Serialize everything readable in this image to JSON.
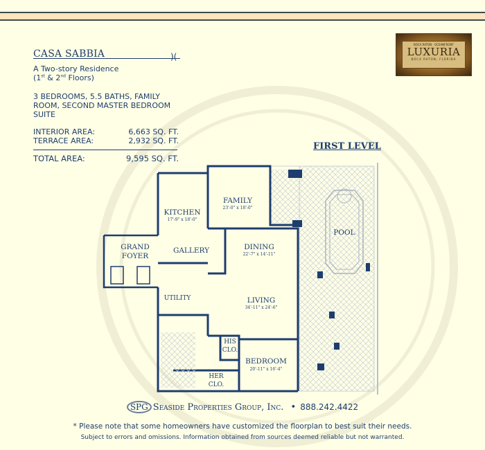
{
  "header": {
    "title": "CASA SABBIA",
    "subtitle_line1": "A Two-story Residence",
    "subtitle_line2_a": "(1",
    "subtitle_line2_sup1": "st",
    "subtitle_line2_b": " & 2",
    "subtitle_line2_sup2": "nd",
    "subtitle_line2_c": " Floors)",
    "rooms": "3 BEDROOMS, 5.5 BATHS, FAMILY ROOM, SECOND MASTER BEDROOM SUITE"
  },
  "areas": [
    {
      "label": "INTERIOR AREA:",
      "value": "6,663 SQ. FT."
    },
    {
      "label": "TERRACE AREA:",
      "value": "2,932 SQ. FT."
    }
  ],
  "total": {
    "label": "TOTAL AREA:",
    "value": "9,595 SQ. FT."
  },
  "logo": {
    "top": "BOCA RATON · OCEANFRONT",
    "word": "LUXURIA",
    "bottom": "BOCA RATON, FLORIDA"
  },
  "plan": {
    "level": "FIRST LEVEL",
    "rooms": {
      "family": {
        "name": "FAMILY",
        "dims": "23'-0\" x 18'-0\""
      },
      "kitchen": {
        "name": "KITCHEN",
        "dims": "17'-9\" x 18'-0\""
      },
      "gallery": {
        "name": "GALLERY"
      },
      "dining": {
        "name": "DINING",
        "dims": "22'-7\" x 14'-11\""
      },
      "grand_foyer": {
        "name1": "GRAND",
        "name2": "FOYER"
      },
      "utility": {
        "name": "UTILITY"
      },
      "living": {
        "name": "LIVING",
        "dims": "34'-11\" x 24'-6\""
      },
      "his_closet": {
        "name1": "HIS",
        "name2": "CLO."
      },
      "bedroom": {
        "name": "BEDROOM",
        "dims": "20'-11\" x 16'-4\""
      },
      "her_closet": {
        "name1": "HER",
        "name2": "CLO."
      },
      "pool": {
        "name": "POOL"
      }
    }
  },
  "footer": {
    "logo_mark": "SPG",
    "company": "Seaside Properties Group, Inc.",
    "bullet": "•",
    "phone": "888.242.4422",
    "note1": "* Please note that some homeowners have customized the floorplan to best suit their needs.",
    "note2": "Subject to errors and omissions. Information obtained from sources deemed reliable but not warranted."
  },
  "colors": {
    "background": "#ffffe6",
    "ink": "#1d3d6e",
    "band": "#ffe4bd"
  }
}
